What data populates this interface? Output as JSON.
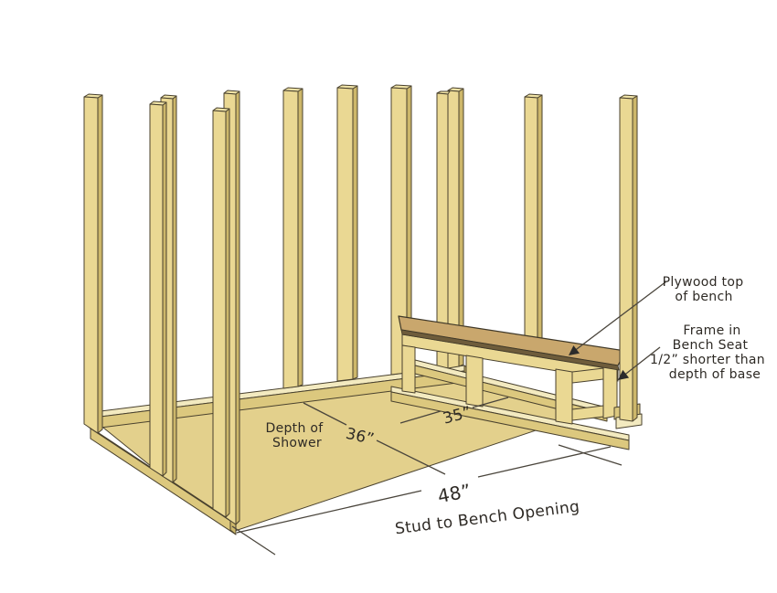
{
  "annotations": {
    "plywood": {
      "line1": "Plywood top",
      "line2": "of bench"
    },
    "bench_frame": {
      "line1": "Frame in",
      "line2": "Bench Seat",
      "line3": "1/2” shorter than",
      "line4": "depth of base"
    },
    "shower_depth": {
      "line1": "Depth of",
      "line2": "Shower"
    }
  },
  "dimensions": {
    "shower_depth": "36”",
    "bench_opening": "35”",
    "stud_to_bench": "48”",
    "stud_to_bench_caption": "Stud to Bench Opening"
  },
  "colors": {
    "background": "#ffffff",
    "wood_front": "#EAD893",
    "wood_side": "#CDB76A",
    "wood_top": "#F0E3A6",
    "plate_highlight": "#F3EAC0",
    "plate_face": "#DCC87E",
    "floor": "#E3D08C",
    "plywood_top": "#C9A76D",
    "plywood_edge": "#6E5C3B",
    "line": "#4a453c",
    "text": "#2e2a25"
  }
}
